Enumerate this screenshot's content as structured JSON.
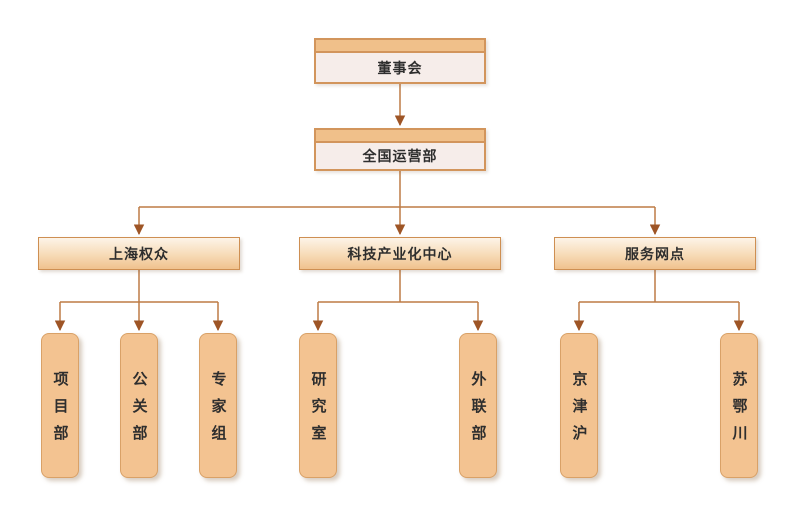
{
  "org": {
    "root": "董事会",
    "level2": "全国运营部",
    "branches": [
      {
        "label": "上海权众",
        "children": [
          "项目部",
          "公关部",
          "专家组"
        ]
      },
      {
        "label": "科技产业化中心",
        "children": [
          "研究室",
          "外联部"
        ]
      },
      {
        "label": "服务网点",
        "children": [
          "京津沪",
          "苏鄂川"
        ]
      }
    ],
    "colors": {
      "band_fill": "#f0c08a",
      "body_fill": "#f6edea",
      "branch_gradient_top": "#fdf4e8",
      "branch_gradient_bottom": "#f0c28e",
      "leaf_fill": "#f3c391",
      "border": "#ce8f52",
      "connector_line": "#bd7b45",
      "arrowhead": "#9e5526",
      "text": "#2e2e2e"
    }
  }
}
